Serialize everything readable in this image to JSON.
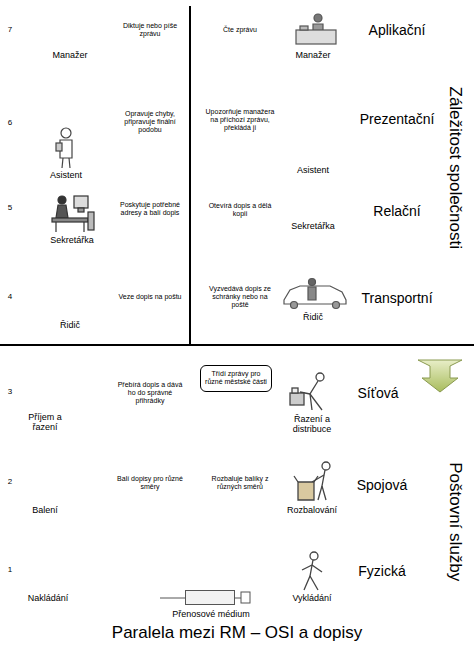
{
  "diagram": {
    "title": "Paralela mezi RM – OSI a dopisy",
    "nodes": [
      {
        "text": [
          "Třídí zprávy pro různé městské části"
        ]
      },
      {
        "text": [
          "Přenosové médium"
        ]
      }
    ],
    "labels": [
      "7",
      "Manažer",
      "Diktuje nebo píše zprávu",
      "Čte zprávu",
      "Manažer",
      "Aplikační",
      "6",
      "Asistent",
      "Opravuje chyby, připravuje finální podobu",
      "Upozorňuje manažera na příchozí zprávu, překládá ji",
      "Asistent",
      "Prezentační",
      "5",
      "Sekretářka",
      "Poskytuje potřebné adresy a balí dopis",
      "Otevírá dopis a dělá kopii",
      "Sekretářka",
      "Relační",
      "4",
      "Řidič",
      "Veze dopis na poštu",
      "Vyzvedává dopis ze schránky nebo na poště",
      "Řidič",
      "Transportní",
      "3",
      "Příjem a řazení",
      "Přebírá dopis a dává ho do správné přihrádky",
      "Řazení a distribuce",
      "Síťová",
      "2",
      "Balení",
      "Balí dopisy pro různé směry",
      "Rozbaluje balíky z různých směrů",
      "Rozbalování",
      "Spojová",
      "1",
      "Nakládání",
      "Vykládání",
      "Fyzická",
      "Záležitost společnosti",
      "Poštovní služby"
    ]
  }
}
